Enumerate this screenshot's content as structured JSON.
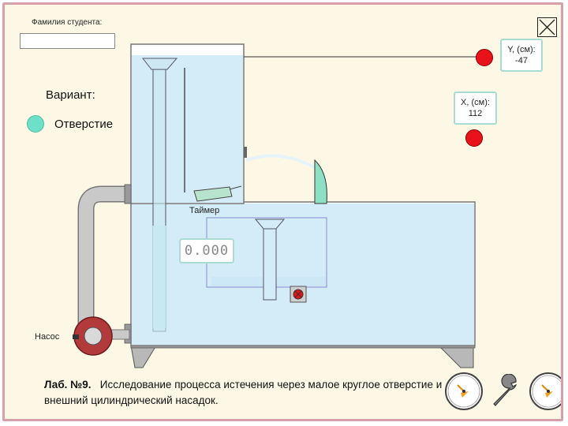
{
  "student": {
    "label": "Фамилия студента:",
    "value": ""
  },
  "variant": {
    "label": "Вариант:",
    "option": "Отверстие"
  },
  "readouts": {
    "y_label": "Y, (см):",
    "y_value": "-47",
    "x_label": "X, (см):",
    "x_value": "112"
  },
  "timer": {
    "label": "Таймер",
    "value": "0.000"
  },
  "pump": {
    "label": "Насос"
  },
  "caption": {
    "lab": "Лаб. №9.",
    "text": "Исследование процесса истечения через малое круглое отверстие и внешний цилиндрический насадок."
  },
  "colors": {
    "frame_border": "#d8a0a8",
    "background": "#fdf8e6",
    "water": "#d4ecf8",
    "indicator_red": "#e8121a",
    "variant_dot": "#6fe0c8",
    "readout_border": "#a9dcd4"
  },
  "icons": [
    "close-icon",
    "gauge-icon",
    "wrench-icon",
    "gauge-icon"
  ]
}
